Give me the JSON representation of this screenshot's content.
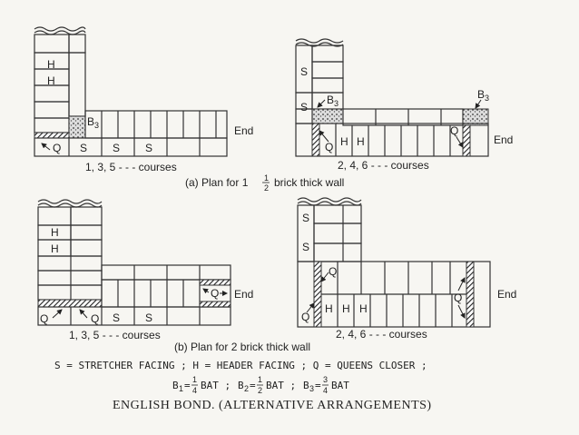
{
  "labels": {
    "H": "H",
    "S": "S",
    "Q": "Q",
    "B3": "B",
    "sub3": "3",
    "end": "End"
  },
  "courses": {
    "odd": "1, 3, 5 - - - courses",
    "even": "2, 4, 6 - - - courses"
  },
  "plans": {
    "a_prefix": "(a) Plan for 1",
    "a_num": "1",
    "a_den": "2",
    "a_suffix": "brick thick wall",
    "b": "(b) Plan for 2 brick thick wall"
  },
  "legend": {
    "line1": "S = STRETCHER FACING ; H = HEADER FACING ; Q = QUEENS CLOSER ;",
    "b1": "B",
    "b1_sub": "1",
    "b2": "B",
    "b2_sub": "2",
    "b3": "B",
    "b3_sub": "3",
    "eq": "=",
    "bat": "BAT ;",
    "bat_end": "BAT",
    "b1_num": "1",
    "b1_den": "4",
    "b2_num": "1",
    "b2_den": "2",
    "b3_num": "3",
    "b3_den": "4"
  },
  "caption": "ENGLISH BOND. (ALTERNATIVE ARRANGEMENTS)"
}
